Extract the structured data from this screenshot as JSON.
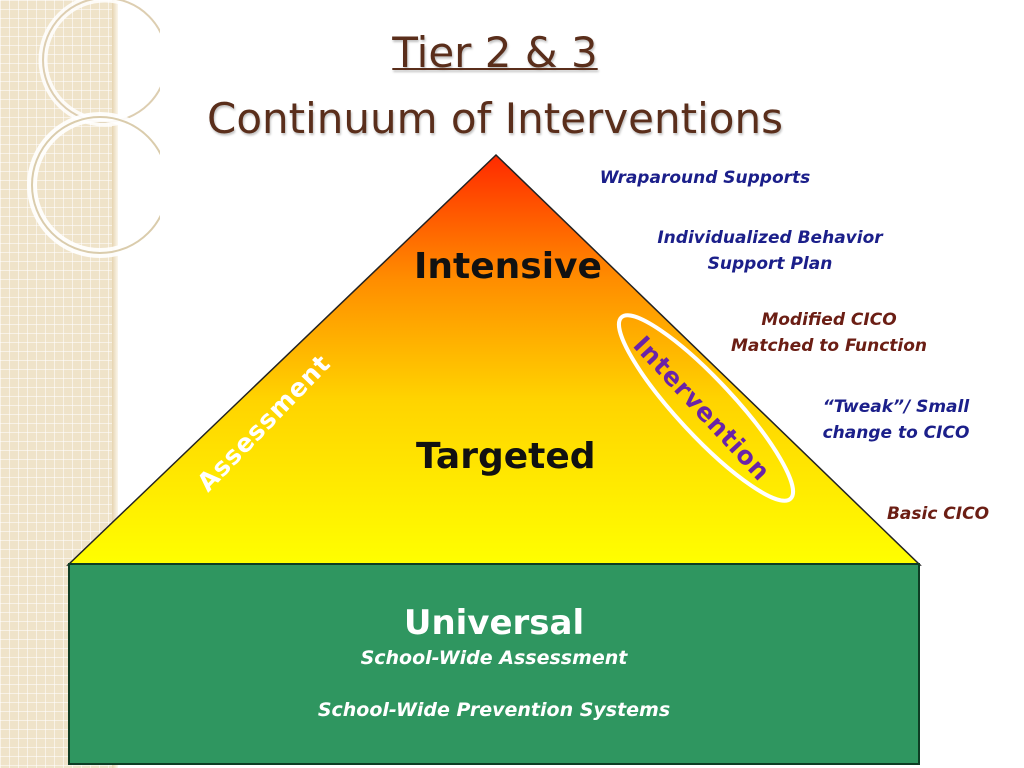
{
  "title": {
    "line1": "Tier 2 & 3",
    "line2": "Continuum of Interventions"
  },
  "pyramid": {
    "tiers": {
      "intensive": "Intensive",
      "targeted": "Targeted"
    },
    "arrow_left": "Assessment",
    "arrow_right": "Intervention",
    "base": {
      "title": "Universal",
      "line1": "School-Wide Assessment",
      "line2": "School-Wide Prevention Systems"
    },
    "gradient_colors": [
      "#ff2a00",
      "#ff8c00",
      "#ffd400",
      "#ffff00"
    ],
    "base_color": "#2f9660"
  },
  "interventions": [
    {
      "lines": [
        "Wraparound Supports"
      ],
      "color": "#1b1f8a"
    },
    {
      "lines": [
        "Individualized Behavior",
        "Support Plan"
      ],
      "color": "#1b1f8a"
    },
    {
      "lines": [
        "Modified CICO",
        "Matched to Function"
      ],
      "color": "#6b1e14"
    },
    {
      "lines": [
        "“Tweak”/ Small",
        "change to CICO"
      ],
      "color": "#1b1f8a"
    },
    {
      "lines": [
        "Basic CICO"
      ],
      "color": "#6b1e14"
    }
  ],
  "colors": {
    "title": "#5a2e1b",
    "assessment_text": "#ffffff",
    "intervention_text": "#6a23a8",
    "intervention_ellipse": "#ffffff"
  }
}
